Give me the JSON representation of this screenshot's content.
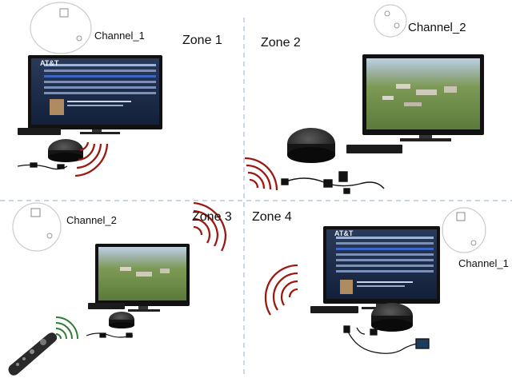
{
  "labels": {
    "zone1": "Zone 1",
    "zone2": "Zone 2",
    "zone3": "Zone 3",
    "zone4": "Zone 4",
    "channel_zone1": "Channel_1",
    "channel_zone2": "Channel_2",
    "channel_zone3": "Channel_2",
    "channel_zone4": "Channel_1"
  },
  "tv_screens": {
    "guide_brand": "AT&T"
  },
  "colors": {
    "divider": "#a8bfd6",
    "signal_waves": "#9a1a12",
    "remote_waves": "#2e7d32",
    "guide_screen": "#1a2a4a",
    "aerial_screen": "#6f8f4a"
  }
}
